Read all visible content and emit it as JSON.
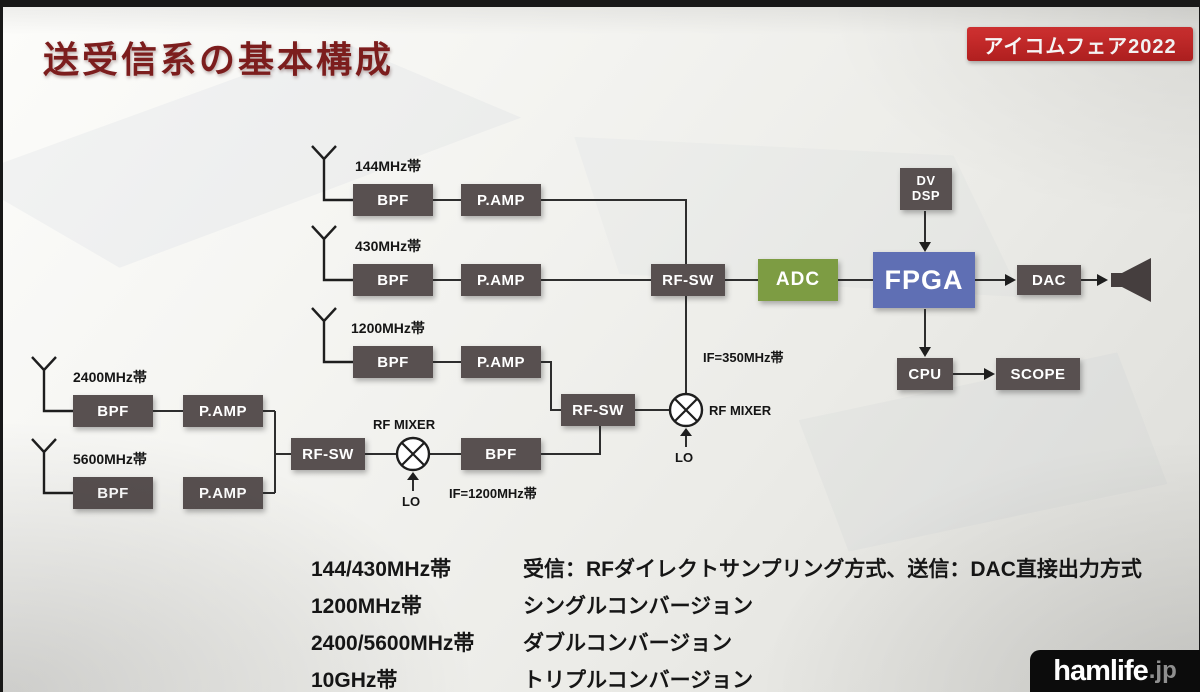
{
  "slide": {
    "title": "送受信系の基本構成",
    "badge": "アイコムフェア2022"
  },
  "diagram": {
    "bands": {
      "b144": "144MHz帯",
      "b430": "430MHz帯",
      "b1200": "1200MHz帯",
      "b2400": "2400MHz帯",
      "b5600": "5600MHz帯"
    },
    "blocks": {
      "bpf": "BPF",
      "pamp": "P.AMP",
      "rfsw": "RF-SW",
      "adc": "ADC",
      "fpga": "FPGA",
      "dac": "DAC",
      "dv": "DV",
      "dsp": "DSP",
      "cpu": "CPU",
      "scope": "SCOPE"
    },
    "labels": {
      "rfmixer": "RF MIXER",
      "lo": "LO",
      "if350": "IF=350MHz帯",
      "if1200": "IF=1200MHz帯"
    },
    "colors": {
      "block": "#585050",
      "adc": "#7d9c43",
      "fpga": "#5f6fb4",
      "badge_red": "#c22727"
    }
  },
  "legend": {
    "rows": [
      {
        "band": "144/430MHz帯",
        "desc": "受信：RFダイレクトサンプリング方式、送信：DAC直接出力方式"
      },
      {
        "band": "1200MHz帯",
        "desc": "シングルコンバージョン"
      },
      {
        "band": "2400/5600MHz帯",
        "desc": "ダブルコンバージョン"
      },
      {
        "band": "10GHz帯",
        "desc": "トリプルコンバージョン"
      }
    ]
  },
  "watermark": {
    "name": "hamlife",
    "tld": ".jp"
  }
}
